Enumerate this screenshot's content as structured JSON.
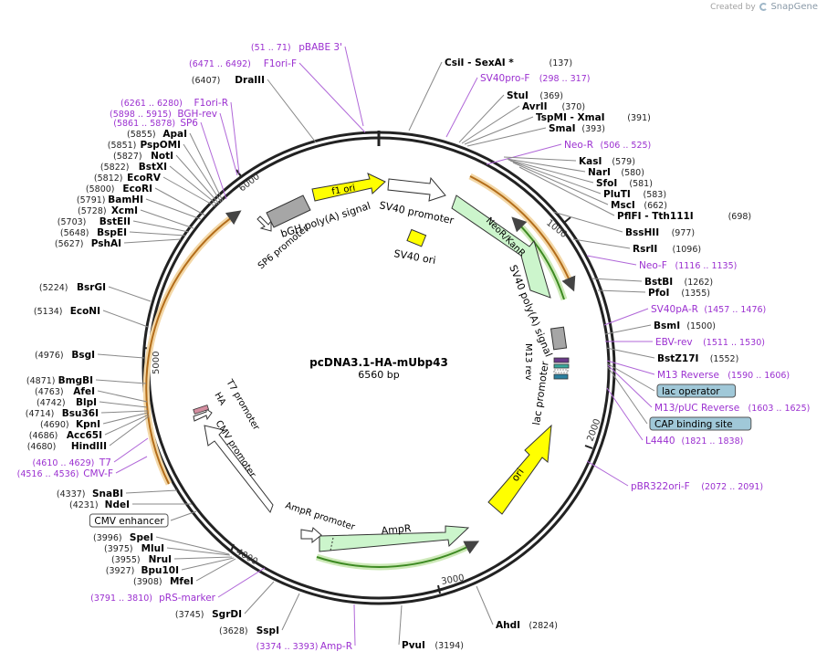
{
  "credit": {
    "prefix": "Created by",
    "brand": "SnapGene"
  },
  "center": {
    "title": "pcDNA3.1-HA-mUbp43",
    "length": "6560 bp"
  },
  "ticks": [
    "1000",
    "2000",
    "3000",
    "4000",
    "5000",
    "6000"
  ],
  "colors": {
    "primer": "#9b30d0",
    "enzyme": "#000000",
    "tick": "#555555",
    "ori": "#ffff00",
    "neo": "#ccf5cc",
    "amp": "#ccf5cc",
    "arc_orange": "#e0a040",
    "arc_green": "#449933",
    "feature_outline": "#333333",
    "callout": "#a0c8d8"
  },
  "sites": [
    {
      "name": "CsiI  - SexAI *",
      "pos": "(137)",
      "kind": "enzyme"
    },
    {
      "name": "SV40pro-F",
      "pos": "(298 .. 317)",
      "kind": "primer"
    },
    {
      "name": "StuI",
      "pos": "(369)",
      "kind": "enzyme"
    },
    {
      "name": "AvrII",
      "pos": "(370)",
      "kind": "enzyme"
    },
    {
      "name": "TspMI  - XmaI",
      "pos": "(391)",
      "kind": "enzyme"
    },
    {
      "name": "SmaI",
      "pos": "(393)",
      "kind": "enzyme"
    },
    {
      "name": "Neo-R",
      "pos": "(506 .. 525)",
      "kind": "primer"
    },
    {
      "name": "KasI",
      "pos": "(579)",
      "kind": "enzyme"
    },
    {
      "name": "NarI",
      "pos": "(580)",
      "kind": "enzyme"
    },
    {
      "name": "SfoI",
      "pos": "(581)",
      "kind": "enzyme"
    },
    {
      "name": "PluTI",
      "pos": "(583)",
      "kind": "enzyme"
    },
    {
      "name": "MscI",
      "pos": "(662)",
      "kind": "enzyme"
    },
    {
      "name": "PflFI  - Tth111I",
      "pos": "(698)",
      "kind": "enzyme"
    },
    {
      "name": "BssHII",
      "pos": "(977)",
      "kind": "enzyme"
    },
    {
      "name": "RsrII",
      "pos": "(1096)",
      "kind": "enzyme"
    },
    {
      "name": "Neo-F",
      "pos": "(1116 .. 1135)",
      "kind": "primer"
    },
    {
      "name": "BstBI",
      "pos": "(1262)",
      "kind": "enzyme"
    },
    {
      "name": "PfoI",
      "pos": "(1355)",
      "kind": "enzyme"
    },
    {
      "name": "SV40pA-R",
      "pos": "(1457 .. 1476)",
      "kind": "primer"
    },
    {
      "name": "BsmI",
      "pos": "(1500)",
      "kind": "enzyme"
    },
    {
      "name": "EBV-rev",
      "pos": "(1511 .. 1530)",
      "kind": "primer"
    },
    {
      "name": "BstZ17I",
      "pos": "(1552)",
      "kind": "enzyme"
    },
    {
      "name": "M13 Reverse",
      "pos": "(1590 .. 1606)",
      "kind": "primer"
    },
    {
      "name": "lac operator",
      "pos": "",
      "kind": "callout"
    },
    {
      "name": "M13/pUC Reverse",
      "pos": "(1603 .. 1625)",
      "kind": "primer"
    },
    {
      "name": "CAP binding site",
      "pos": "",
      "kind": "callout"
    },
    {
      "name": "L4440",
      "pos": "(1821 .. 1838)",
      "kind": "primer"
    },
    {
      "name": "pBR322ori-F",
      "pos": "(2072 .. 2091)",
      "kind": "primer"
    },
    {
      "name": "AhdI",
      "pos": "(2824)",
      "kind": "enzyme"
    },
    {
      "name": "PvuI",
      "pos": "(3194)",
      "kind": "enzyme"
    },
    {
      "name": "Amp-R",
      "pos": "(3374 .. 3393)",
      "kind": "primer"
    },
    {
      "name": "SspI",
      "pos": "(3628)",
      "kind": "enzyme"
    },
    {
      "name": "SgrDI",
      "pos": "(3745)",
      "kind": "enzyme"
    },
    {
      "name": "pRS-marker",
      "pos": "(3791 .. 3810)",
      "kind": "primer"
    },
    {
      "name": "MfeI",
      "pos": "(3908)",
      "kind": "enzyme"
    },
    {
      "name": "Bpu10I",
      "pos": "(3927)",
      "kind": "enzyme"
    },
    {
      "name": "NruI",
      "pos": "(3955)",
      "kind": "enzyme"
    },
    {
      "name": "MluI",
      "pos": "(3975)",
      "kind": "enzyme"
    },
    {
      "name": "SpeI",
      "pos": "(3996)",
      "kind": "enzyme"
    },
    {
      "name": "CMV enhancer",
      "pos": "",
      "kind": "callout"
    },
    {
      "name": "NdeI",
      "pos": "(4231)",
      "kind": "enzyme"
    },
    {
      "name": "SnaBI",
      "pos": "(4337)",
      "kind": "enzyme"
    },
    {
      "name": "CMV-F",
      "pos": "(4516 .. 4536)",
      "kind": "primer"
    },
    {
      "name": "T7",
      "pos": "(4610 .. 4629)",
      "kind": "primer"
    },
    {
      "name": "HindIII",
      "pos": "(4680)",
      "kind": "enzyme"
    },
    {
      "name": "Acc65I",
      "pos": "(4686)",
      "kind": "enzyme"
    },
    {
      "name": "KpnI",
      "pos": "(4690)",
      "kind": "enzyme"
    },
    {
      "name": "Bsu36I",
      "pos": "(4714)",
      "kind": "enzyme"
    },
    {
      "name": "BlpI",
      "pos": "(4742)",
      "kind": "enzyme"
    },
    {
      "name": "AfeI",
      "pos": "(4763)",
      "kind": "enzyme"
    },
    {
      "name": "BmgBI",
      "pos": "(4871)",
      "kind": "enzyme"
    },
    {
      "name": "BsgI",
      "pos": "(4976)",
      "kind": "enzyme"
    },
    {
      "name": "EcoNI",
      "pos": "(5134)",
      "kind": "enzyme"
    },
    {
      "name": "BsrGI",
      "pos": "(5224)",
      "kind": "enzyme"
    },
    {
      "name": "PshAI",
      "pos": "(5627)",
      "kind": "enzyme"
    },
    {
      "name": "BspEI",
      "pos": "(5648)",
      "kind": "enzyme"
    },
    {
      "name": "BstEII",
      "pos": "(5703)",
      "kind": "enzyme"
    },
    {
      "name": "XcmI",
      "pos": "(5728)",
      "kind": "enzyme"
    },
    {
      "name": "BamHI",
      "pos": "(5791)",
      "kind": "enzyme"
    },
    {
      "name": "EcoRI",
      "pos": "(5800)",
      "kind": "enzyme"
    },
    {
      "name": "EcoRV",
      "pos": "(5812)",
      "kind": "enzyme"
    },
    {
      "name": "BstXI",
      "pos": "(5822)",
      "kind": "enzyme"
    },
    {
      "name": "NotI",
      "pos": "(5827)",
      "kind": "enzyme"
    },
    {
      "name": "PspOMI",
      "pos": "(5851)",
      "kind": "enzyme"
    },
    {
      "name": "ApaI",
      "pos": "(5855)",
      "kind": "enzyme"
    },
    {
      "name": "SP6",
      "pos": "(5861 .. 5878)",
      "kind": "primer"
    },
    {
      "name": "BGH-rev",
      "pos": "(5898 .. 5915)",
      "kind": "primer"
    },
    {
      "name": "F1ori-R",
      "pos": "(6261 .. 6280)",
      "kind": "primer"
    },
    {
      "name": "DraIII",
      "pos": "(6407)",
      "kind": "enzyme"
    },
    {
      "name": "F1ori-F",
      "pos": "(6471 .. 6492)",
      "kind": "primer"
    },
    {
      "name": "pBABE 3'",
      "pos": "(51 .. 71)",
      "kind": "primer"
    }
  ],
  "features": [
    {
      "name": "f1 ori"
    },
    {
      "name": "SV40 promoter"
    },
    {
      "name": "NeoR/KanR"
    },
    {
      "name": "SV40 ori"
    },
    {
      "name": "SV40 poly(A) signal"
    },
    {
      "name": "M13 rev"
    },
    {
      "name": "lac promoter"
    },
    {
      "name": "ori"
    },
    {
      "name": "AmpR"
    },
    {
      "name": "AmpR promoter"
    },
    {
      "name": "CMV promoter"
    },
    {
      "name": "T7 promoter"
    },
    {
      "name": "HA"
    },
    {
      "name": "SP6 promoter"
    },
    {
      "name": "bGH poly(A) signal"
    }
  ]
}
